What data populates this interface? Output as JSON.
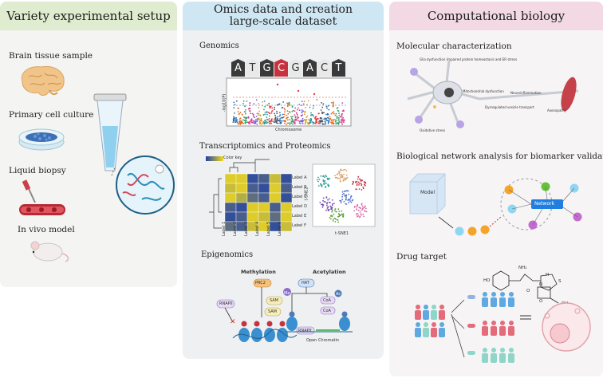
{
  "panels": {
    "setup": {
      "title": "Variety experimental setup",
      "items": [
        "Brain tissue sample",
        "Primary cell culture",
        "Liquid biopsy",
        "In vivo model"
      ]
    },
    "omics": {
      "title_line1": "Omics data and creation",
      "title_line2": "large-scale dataset",
      "genomics": {
        "label": "Genomics",
        "bases": [
          "A",
          "T",
          "G",
          "C",
          "G",
          "A",
          "C",
          "T"
        ],
        "xlabel": "Chromosome",
        "ylabel": "-log10(P)"
      },
      "transcriptomics": {
        "label": "Transcriptomics and Proteomics",
        "heatmap_key": "Color key",
        "row_labels": [
          "Label A",
          "Label B",
          "Label C",
          "Label D",
          "Label E",
          "Label F"
        ],
        "col_labels": [
          "Label 1",
          "Label 2",
          "Label 3",
          "Label 4",
          "Label 5",
          "Label 6"
        ],
        "tsne_x": "t-SNE1",
        "tsne_y": "t-SNE2"
      },
      "epigenomics": {
        "label": "Epigenomics",
        "methylation": "Methylation",
        "acetylation": "Acetylation",
        "nodes": {
          "prc2": "PRC2",
          "sam": "SAM",
          "sam2": "SAM",
          "me": "Me",
          "rnapii": "RNAPII",
          "hat": "HAT",
          "coa": "CoA",
          "coa2": "CoA",
          "ac": "Ac",
          "rnapii2": "RNAPII",
          "open_chromatin": "Open Chromatin"
        }
      }
    },
    "comp": {
      "title": "Computational biology",
      "molecular": {
        "label": "Molecular characterization",
        "annotations": [
          "Glia dysfunction",
          "Impaired protein homeostasis and ER stress",
          "Mitochondrial dysfunction",
          "Dysregulated vesicle transport",
          "Neuroinflammation",
          "Oxidative stress",
          "Axonopathy"
        ]
      },
      "network": {
        "label": "Biological network analysis for biomarker validation",
        "model": "Model",
        "network": "Network"
      },
      "drug": {
        "label": "Drug target",
        "mol_labels": {
          "nh2": "NH₂",
          "ho": "HO",
          "h": "H",
          "s": "S",
          "oh": "OH",
          "o1": "O",
          "o2": "O",
          "o3": "O",
          "n": "N"
        }
      }
    }
  },
  "colors": {
    "setup_header": "#dfeccf",
    "omics_header": "#cfe7f3",
    "comp_header": "#f2d9e4",
    "network_blue": "#1f7fe0",
    "heat_yellow": "#f2dc1c",
    "heat_blue": "#1f3fa8"
  }
}
